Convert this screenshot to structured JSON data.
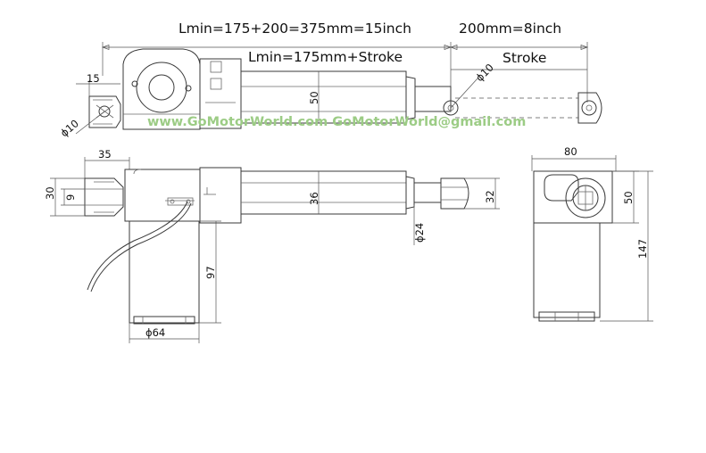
{
  "header": {
    "total_length": "Lmin=175+200=375mm=15inch",
    "stroke_length": "200mm=8inch",
    "lmin_formula": "Lmin=175mm+Stroke",
    "stroke_label": "Stroke"
  },
  "watermark": "www.GoMotorWorld.com GoMotorWorld@gmail.com",
  "dimensions": {
    "top_15": "15",
    "top_50": "50",
    "top_phi10_left": "ϕ10",
    "top_phi10_right": "ϕ10",
    "side_35": "35",
    "side_30": "30",
    "side_9": "9",
    "side_36": "36",
    "side_32": "32",
    "side_phi24": "ϕ24",
    "side_97": "97",
    "side_phi64": "ϕ64",
    "end_80": "80",
    "end_50": "50",
    "end_147": "147"
  }
}
